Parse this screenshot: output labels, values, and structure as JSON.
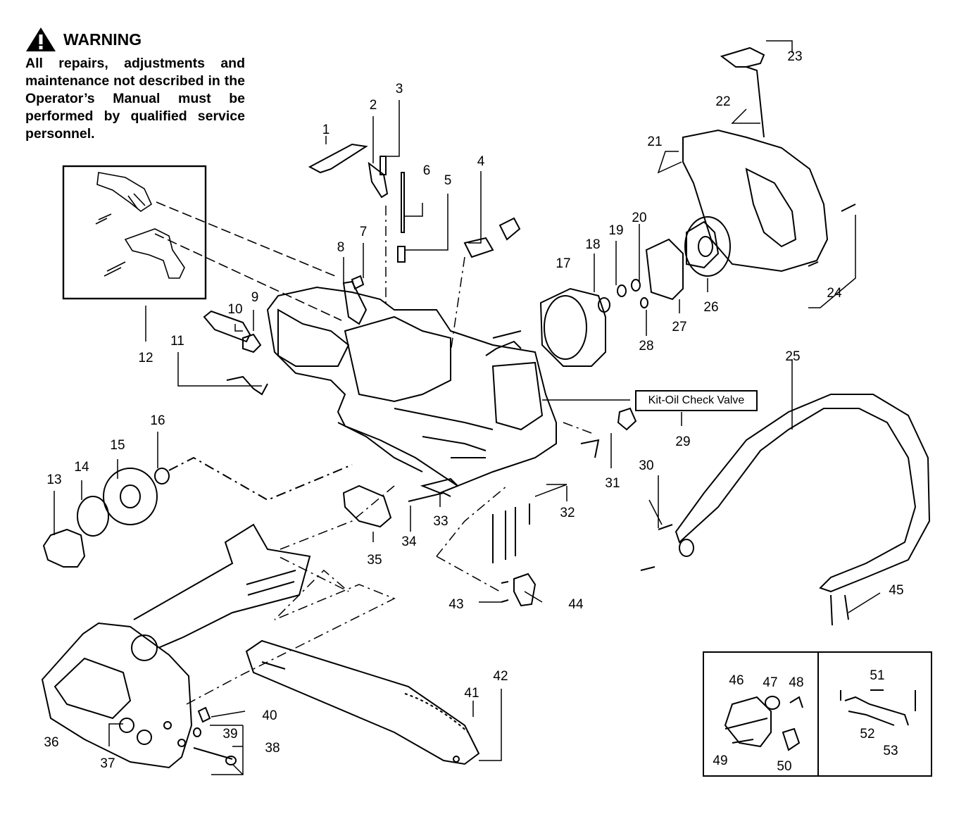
{
  "warning": {
    "title": "WARNING",
    "body": "All repairs, adjustments and maintenance not described in the Operator’s Manual must be performed by qualified service personnel.",
    "icon": "warning-triangle-icon"
  },
  "kit_label": "Kit-Oil Check Valve",
  "part_numbers": [
    "1",
    "2",
    "3",
    "4",
    "5",
    "6",
    "7",
    "8",
    "9",
    "10",
    "11",
    "12",
    "13",
    "14",
    "15",
    "16",
    "17",
    "18",
    "19",
    "20",
    "21",
    "22",
    "23",
    "24",
    "25",
    "26",
    "27",
    "28",
    "29",
    "30",
    "31",
    "32",
    "33",
    "34",
    "35",
    "36",
    "37",
    "38",
    "39",
    "40",
    "41",
    "42",
    "43",
    "44",
    "45",
    "46",
    "47",
    "48",
    "49",
    "50",
    "51",
    "52",
    "53"
  ]
}
